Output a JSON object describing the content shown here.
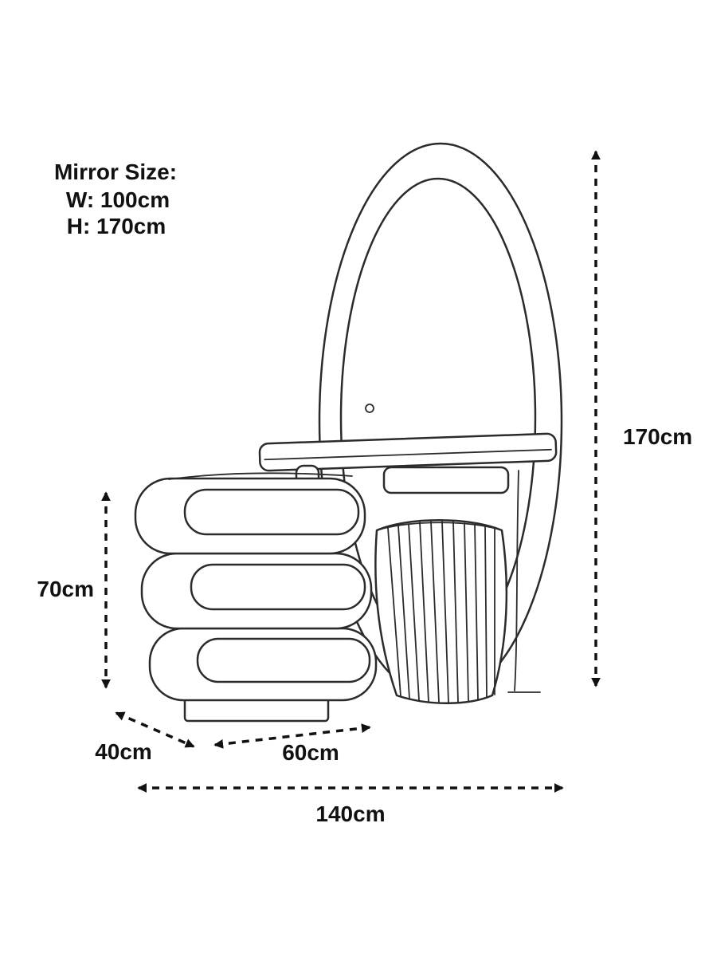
{
  "annotations": {
    "mirror_size_title": "Mirror Size:",
    "mirror_width": "W: 100cm",
    "mirror_height": "H: 170cm"
  },
  "dimensions": {
    "height": "170cm",
    "drawer_height": "70cm",
    "depth": "40cm",
    "drawer_width": "60cm",
    "total_width": "140cm"
  },
  "colors": {
    "line_color": "#2b2b2b",
    "dimension_color": "#111111",
    "background": "#ffffff"
  }
}
